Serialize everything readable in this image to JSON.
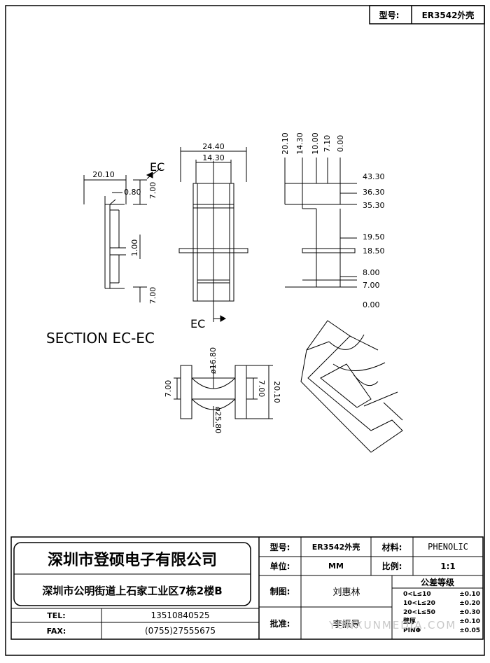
{
  "header": {
    "model_label": "型号:",
    "model_value": "ER3542外壳"
  },
  "drawing": {
    "section_marker": "EC",
    "section_title": "SECTION EC-EC",
    "left_view": {
      "width": "20.10",
      "thickness": "0.80",
      "center_gap": "1.00",
      "top_height": "7.00",
      "bottom_height": "7.00"
    },
    "front_view": {
      "overall_width": "24.40",
      "inner_width": "14.30"
    },
    "right_view": {
      "top_dims": [
        "20.10",
        "14.30",
        "10.00",
        "7.10",
        "0.00"
      ],
      "side_dims": [
        "43.30",
        "36.30",
        "35.30",
        "19.50",
        "18.50",
        "8.00",
        "7.00",
        "0.00"
      ]
    },
    "bottom_view": {
      "inner_dia": "ø16.80",
      "outer_dia": "ø25.80",
      "left_height": "7.00",
      "right_height": "7.00",
      "total_height": "20.10"
    }
  },
  "title_block": {
    "company": "深圳市登硕电子有限公司",
    "address": "深圳市公明街道上石家工业区7栋2楼B",
    "tel_label": "TEL:",
    "tel_value": "13510840525",
    "fax_label": "FAX:",
    "fax_value": "(0755)27555675",
    "model_label": "型号:",
    "model_value": "ER3542外壳",
    "material_label": "材料:",
    "material_value": "PHENOLIC",
    "unit_label": "单位:",
    "unit_value": "MM",
    "scale_label": "比例:",
    "scale_value": "1:1",
    "drawn_label": "制图:",
    "drawn_value": "刘惠林",
    "approved_label": "批准:",
    "approved_value": "李振导",
    "tolerance_title": "公差等级",
    "tolerances": [
      {
        "range": "0<L≤10",
        "value": "±0.10"
      },
      {
        "range": "10<L≤20",
        "value": "±0.20"
      },
      {
        "range": "20<L≤50",
        "value": "±0.30"
      },
      {
        "range": "壁厚",
        "value": "±0.10"
      },
      {
        "range": "PINΦ",
        "value": "±0.05"
      }
    ]
  },
  "watermark": "YUNXUNMEDIA.COM"
}
